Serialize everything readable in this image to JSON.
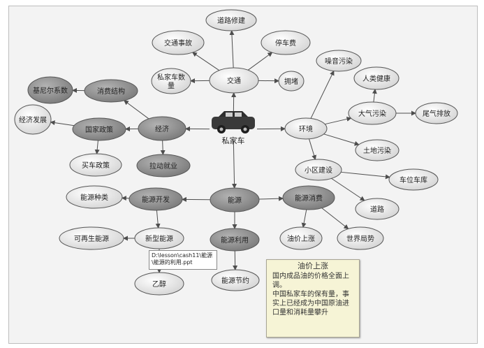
{
  "center": {
    "label": "私家车"
  },
  "nodes": {
    "traffic": "交通",
    "road_build": "道路修建",
    "accident": "交通事故",
    "parking": "停车费",
    "car_count": "私家车数量",
    "congestion": "拥堵",
    "noise": "噪音污染",
    "health": "人类健康",
    "air": "大气污染",
    "exhaust": "尾气排放",
    "env": "环境",
    "soil": "土地污染",
    "community": "小区建设",
    "garage": "车位车库",
    "road": "道路",
    "gini": "基尼尔系数",
    "consumption": "消费结构",
    "econ_dev": "经济发展",
    "policy": "国家政策",
    "economy": "经济",
    "purchase_policy": "买车政策",
    "employment": "拉动就业",
    "energy_types": "能源种类",
    "energy_dev": "能源开发",
    "energy": "能源",
    "energy_consume": "能源消费",
    "renewable": "可再生能源",
    "new_energy": "新型能源",
    "energy_use": "能源利用",
    "oil_price": "油价上涨",
    "world": "世界局势",
    "save_energy": "能源节约",
    "biofuel": "乙醇"
  },
  "path_tooltip": "D:\\lesson\\cash11\\能源\\能源的利用.ppt",
  "note": {
    "title": "油价上涨",
    "body": "国内成品油的价格全面上调。\n中国私家车的保有量，事实上已经成为中国原油进口量和消耗量攀升"
  },
  "colors": {
    "dark_fill": "#8f8f8f",
    "light_fill": "#e6e6e6",
    "stroke": "#555555",
    "edge": "#4d4d4d"
  }
}
